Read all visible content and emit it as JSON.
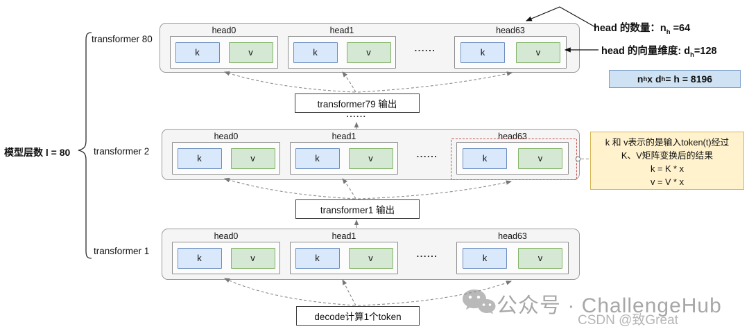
{
  "left": {
    "model_layers_label": "模型层数 l = 80"
  },
  "rows": [
    {
      "label": "transformer 80",
      "heads": [
        "head0",
        "head1",
        "head63"
      ]
    },
    {
      "label": "transformer 2",
      "heads": [
        "head0",
        "head1",
        "head63"
      ]
    },
    {
      "label": "transformer 1",
      "heads": [
        "head0",
        "head1",
        "head63"
      ]
    }
  ],
  "kv": {
    "k": "k",
    "v": "v"
  },
  "misc": {
    "dots": "......"
  },
  "boxes": {
    "t79_out": "transformer79 输出",
    "t1_out": "transformer1 输出",
    "decode": "decode计算1个token"
  },
  "annotations": {
    "head_count": {
      "p1": "head 的数量：n",
      "sub": "h",
      "p2": " =64"
    },
    "head_dim": {
      "p1": "head 的向量维度: d",
      "sub": "h",
      "p2": "=128"
    },
    "formula": {
      "p1": "n",
      "s1": "h",
      "p2": " x d",
      "s2": "h",
      "p3": " = h = 8196"
    },
    "note_lines": [
      "k 和 v表示的是输入token(t)经过",
      "K、V矩阵变换后的结果",
      "k = K * x",
      "v = V * x"
    ]
  },
  "watermark": {
    "line1": "公众号 · ChallengeHub",
    "line2": "CSDN @致Great"
  },
  "colors": {
    "k_fill": "#dae8fc",
    "k_border": "#6c8ebf",
    "v_fill": "#d5e8d4",
    "v_border": "#82b366",
    "row_fill": "#f5f5f5",
    "note_fill": "#fff2cc",
    "note_border": "#d6b656",
    "formula_fill": "#cfe2f3",
    "formula_border": "#7a9cc6",
    "highlight_dashed_red": "#c0504d",
    "connector_gray": "#8a8a8a"
  }
}
